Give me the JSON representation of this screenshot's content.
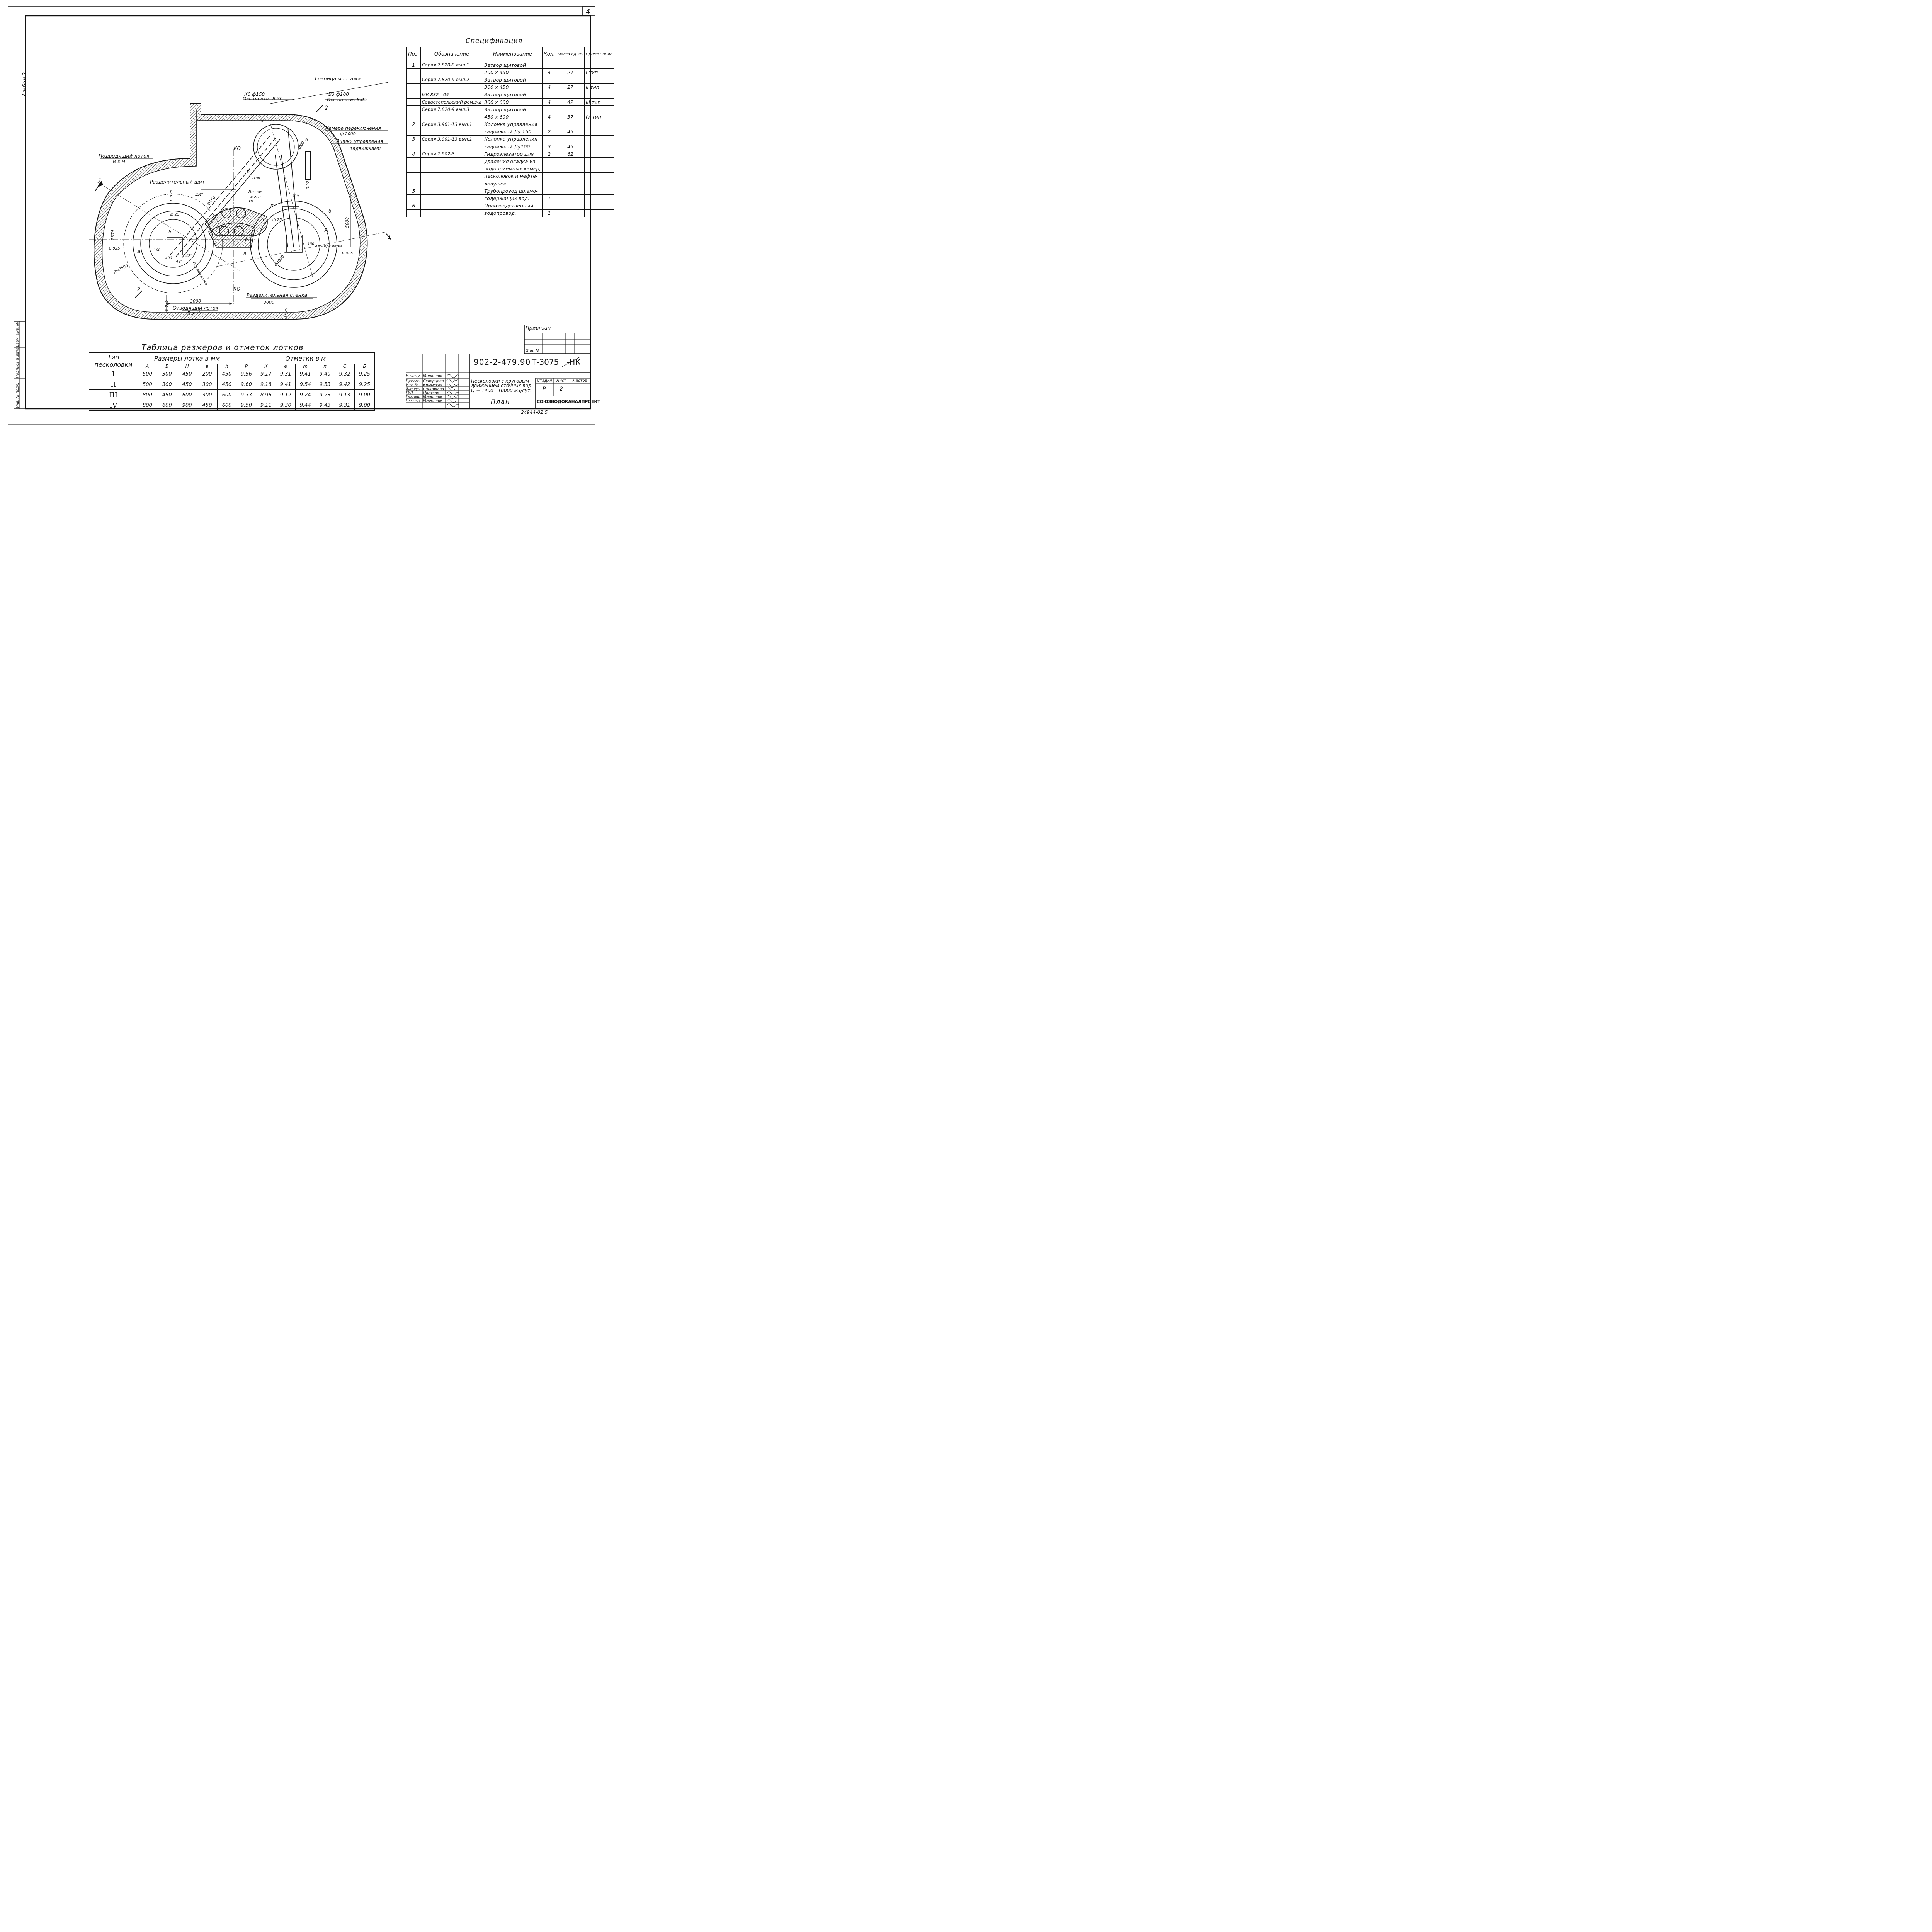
{
  "sheet": {
    "number": "4",
    "album": "Альбом 2",
    "bottom_code": "24944-02  5",
    "side_labels": [
      "Инв. № подл.",
      "Подпись и дата",
      "Взам. инв. №"
    ]
  },
  "plan_labels": {
    "mount_boundary": "Граница  монтажа",
    "k6": "К6    ф150",
    "k6_axis": "Ось на отм. 8.30",
    "v3": "В3   ф100",
    "v3_axis": "Ось на отм. 8.05",
    "switch_chamber": "Камера  переключения",
    "switch_chamber_dia": "ф 2000",
    "valve_boxes_1": "Ящики  управления",
    "valve_boxes_2": "задвижками",
    "inlet_tray_1": "Подводящий  лоток",
    "inlet_tray_2": "В х Н",
    "dividing_shield": "Разделительный  щит",
    "trays_1": "Лотки",
    "trays_2": "в х h",
    "dividing_wall": "Разделительная  стенка",
    "dim_3000_wall": "3000",
    "outlet_tray_1": "Отводящий  лоток",
    "outlet_tray_2": "В х Н",
    "dim_3000": "3000",
    "dim_5000": "5000",
    "dim_1375": "1375",
    "radius": "R=3500",
    "angle_48": "48°",
    "angle_48b": "48°",
    "angle_42": "42°",
    "slope_1": "0.025",
    "slope_2": "0.025",
    "slope_3": "0.025",
    "slope_4": "0.025",
    "slope_5": "0.025",
    "slope_6": "0.025",
    "ko_top": "КО",
    "ko_bottom": "КО",
    "cut_1": "1",
    "cut_1b": "1",
    "cut_2": "2",
    "cut_2b": "2",
    "pos_5": "5",
    "pos_6": "6",
    "pos_6b": "6",
    "letter_A1": "А",
    "letter_A2": "А",
    "letter_B": "Б",
    "letter_m": "m",
    "letter_n": "п",
    "letter_e": "е",
    "letter_K": "К",
    "letter_P": "Р",
    "letter_C": "С",
    "phi_25": "ф 25",
    "phi_25b": "ф 25",
    "phi_150": "ф150",
    "phi_4000": "ф4000",
    "dim_100": "100",
    "dim_400": "400",
    "dim_2100": "2100",
    "dim_300": "300",
    "dim_1000": "1000",
    "dim_150": "150",
    "pri_lotka_1": "Ось при лотка",
    "pri_lotka_2": "Ось при лотка"
  },
  "specification": {
    "title": "Спецификация",
    "headers": [
      "Поз.",
      "Обозначение",
      "Наименование",
      "Кол.",
      "Масса ед.кг.",
      "Приме-чание"
    ],
    "rows": [
      [
        "1",
        "Серия 7.820-9 вып.1",
        "Затвор щитовой",
        "",
        "",
        ""
      ],
      [
        "",
        "",
        "200 х 450",
        "4",
        "27",
        "I тип"
      ],
      [
        "",
        "Серия 7.820-9 вып.2",
        "Затвор  щитовой",
        "",
        "",
        ""
      ],
      [
        "",
        "",
        "300 х 450",
        "4",
        "27",
        "II тип"
      ],
      [
        "",
        "МК 832 - 05",
        "Затвор  щитовой",
        "",
        "",
        ""
      ],
      [
        "",
        "Севастопольский рем.з-д",
        "300 х 600",
        "4",
        "42",
        "III тип"
      ],
      [
        "",
        "Серия 7.820-9 вып.3",
        "Затвор  щитовой",
        "",
        "",
        ""
      ],
      [
        "",
        "",
        "450 х 600",
        "4",
        "37",
        "IV тип"
      ],
      [
        "2",
        "Серия 3.901-13 вып.1",
        "Колонка управления",
        "",
        "",
        ""
      ],
      [
        "",
        "",
        "задвижкой Ду 150",
        "2",
        "45",
        ""
      ],
      [
        "3",
        "Серия 3.901-13 вып.1",
        "Колонка управления",
        "",
        "",
        ""
      ],
      [
        "",
        "",
        "задвижкой  Ду100",
        "3",
        "45",
        ""
      ],
      [
        "4",
        "Серия 7.902-3",
        "Гидроэлеватор для",
        "2",
        "62",
        ""
      ],
      [
        "",
        "",
        "удаления осадка из",
        "",
        "",
        ""
      ],
      [
        "",
        "",
        "водоприемных камер,",
        "",
        "",
        ""
      ],
      [
        "",
        "",
        "песколовок и нефте-",
        "",
        "",
        ""
      ],
      [
        "",
        "",
        "ловушек.",
        "",
        "",
        ""
      ],
      [
        "5",
        "",
        "Трубопровод  шламо-",
        "",
        "",
        ""
      ],
      [
        "",
        "",
        "содержащих  вод.",
        "1",
        "",
        ""
      ],
      [
        "6",
        "",
        "Производственный",
        "",
        "",
        ""
      ],
      [
        "",
        "",
        "водопровод.",
        "1",
        "",
        ""
      ]
    ]
  },
  "sizes_table": {
    "title": "Таблица   размеров   и  отметок   лотков",
    "type_header": "Тип  песколовки",
    "group_sizes": "Размеры  лотка в мм",
    "group_marks": "Отметки  в  м",
    "size_cols": [
      "А",
      "В",
      "Н",
      "в",
      "h"
    ],
    "mark_cols": [
      "Р",
      "К",
      "е",
      "m",
      "п",
      "С",
      "Б"
    ],
    "rows": [
      {
        "type": "I",
        "values": [
          "500",
          "300",
          "450",
          "200",
          "450",
          "9.56",
          "9.17",
          "9.31",
          "9.41",
          "9.40",
          "9.32",
          "9.25"
        ]
      },
      {
        "type": "II",
        "values": [
          "500",
          "300",
          "450",
          "300",
          "450",
          "9.60",
          "9.18",
          "9.41",
          "9.54",
          "9.53",
          "9.42",
          "9.25"
        ]
      },
      {
        "type": "III",
        "values": [
          "800",
          "450",
          "600",
          "300",
          "600",
          "9.33",
          "8.96",
          "9.12",
          "9.24",
          "9.23",
          "9.13",
          "9.00"
        ]
      },
      {
        "type": "IV",
        "values": [
          "800",
          "600",
          "900",
          "450",
          "600",
          "9.50",
          "9.11",
          "9.30",
          "9.44",
          "9.43",
          "9.31",
          "9.00"
        ]
      }
    ]
  },
  "title_block": {
    "privyazan": "Привязан",
    "inv_no": "Инв. №",
    "doc_code": "902-2-479.90",
    "old_code": "Т-3075",
    "suffix": "-НК",
    "roles": [
      "Н.контр.",
      "Провер.",
      "Инж.3к.",
      "Зам.рук.",
      "ГИП",
      "Гл.спец.",
      "Нач.отд."
    ],
    "names": [
      "Мирончик",
      "Скворцова",
      "Крымская",
      "Санникова",
      "Цветков",
      "Мирончик",
      "Мирончик"
    ],
    "description_1": "Песколовки с круговым",
    "description_2": "движением сточных вод",
    "description_3": "Q = 1400 - 10000 м3/сут.",
    "stage_header": "Стадия",
    "sheet_header": "Лист",
    "sheets_header": "Листов",
    "stage": "Р",
    "sheet": "2",
    "sheets": "",
    "drawing_name": "План",
    "organization": "СОЮЗВОДОКАНАЛПРОЕКТ"
  }
}
